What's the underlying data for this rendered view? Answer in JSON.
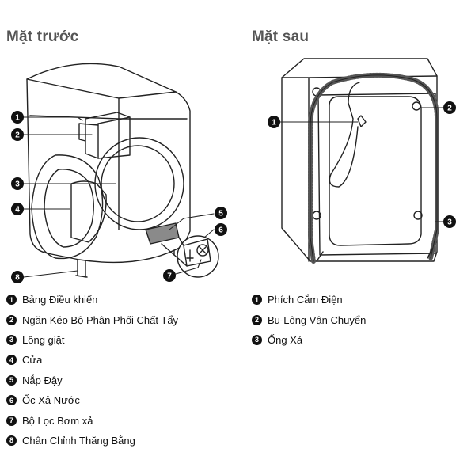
{
  "front": {
    "title": "Mặt trước",
    "parts": [
      {
        "n": "1",
        "label": "Bảng Điều khiển"
      },
      {
        "n": "2",
        "label": "Ngăn Kéo Bộ Phân Phối Chất Tẩy"
      },
      {
        "n": "3",
        "label": "Lồng giặt"
      },
      {
        "n": "4",
        "label": "Cửa"
      },
      {
        "n": "5",
        "label": "Nắp Đậy"
      },
      {
        "n": "6",
        "label": "Ốc Xả Nước"
      },
      {
        "n": "7",
        "label": "Bộ Lọc Bơm xả"
      },
      {
        "n": "8",
        "label": "Chân Chỉnh Thăng Bằng"
      }
    ]
  },
  "back": {
    "title": "Mặt sau",
    "parts": [
      {
        "n": "1",
        "label": "Phích Cắm Điện"
      },
      {
        "n": "2",
        "label": "Bu-Lông Vận Chuyển"
      },
      {
        "n": "3",
        "label": "Ống Xả"
      }
    ]
  },
  "colors": {
    "line": "#222222",
    "marker": "#111111",
    "title": "#555555"
  }
}
